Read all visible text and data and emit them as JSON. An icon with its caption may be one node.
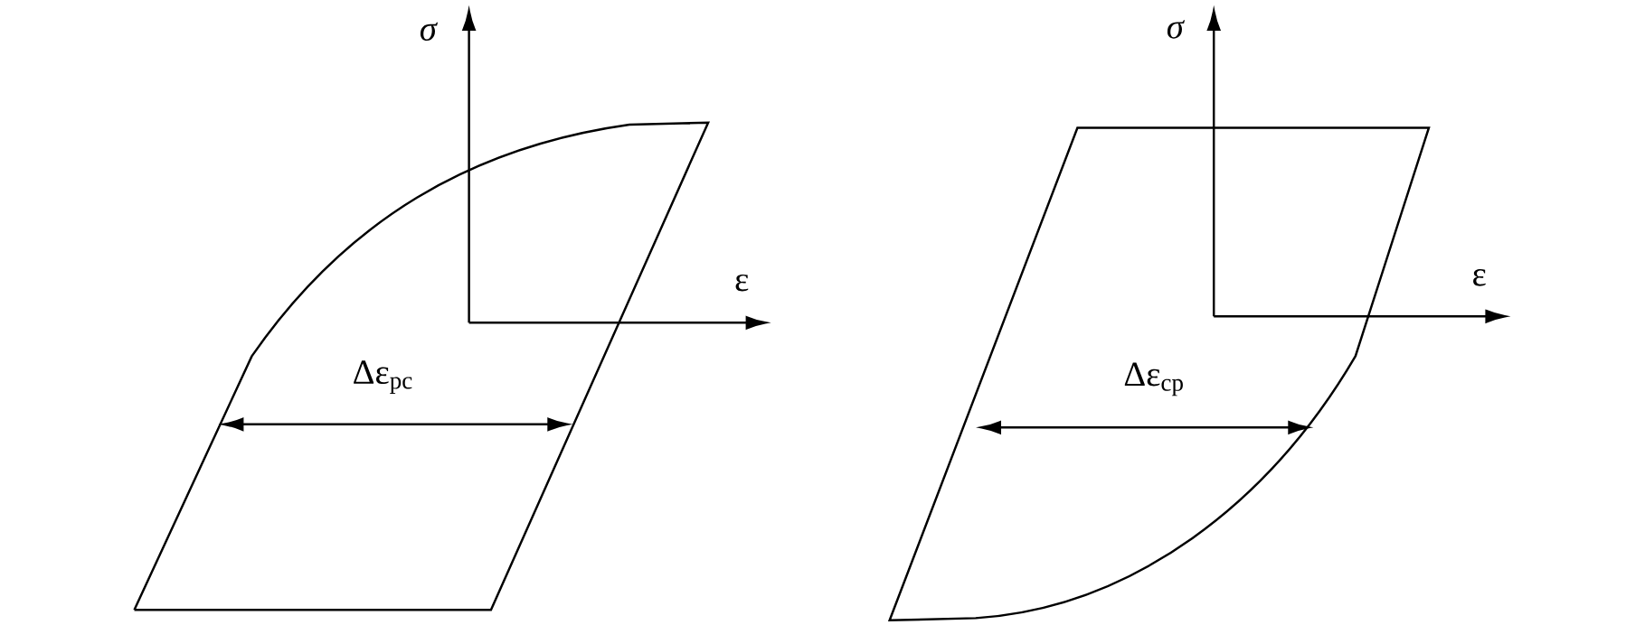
{
  "diagram": {
    "labels": [
      "σ",
      "ε",
      "Δε$_{pc}$",
      "σ",
      "ε",
      "Δε$_{cp}$"
    ]
  }
}
